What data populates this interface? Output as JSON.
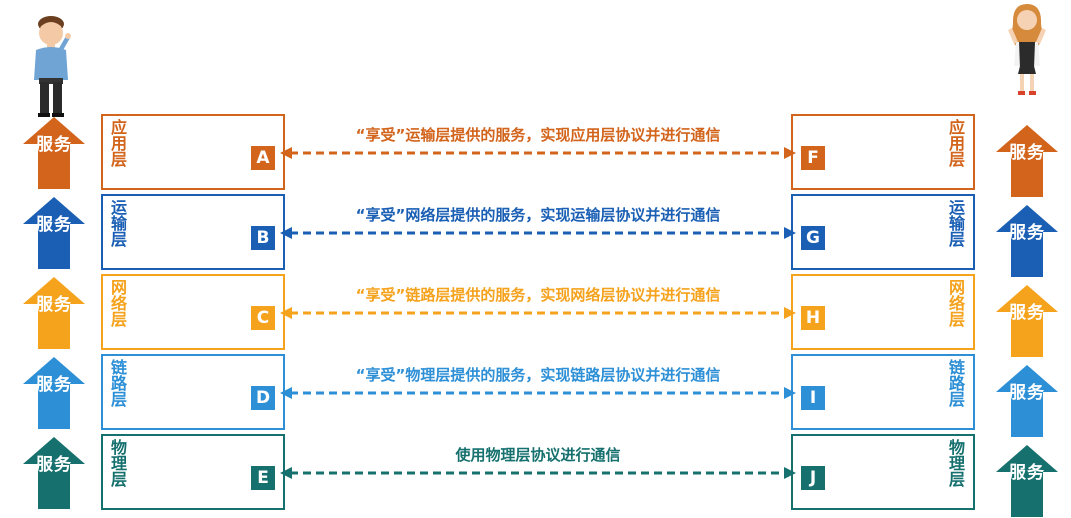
{
  "sender": {
    "icon": "man-icon"
  },
  "receiver": {
    "icon": "woman-icon"
  },
  "service_label": "服务",
  "layers": [
    {
      "key": "app",
      "name": "应用层",
      "left_letter": "A",
      "right_letter": "F",
      "color": "#D2641C",
      "message": "“享受”运输层提供的服务，实现应用层协议并进行通信"
    },
    {
      "key": "transport",
      "name": "运输层",
      "left_letter": "B",
      "right_letter": "G",
      "color": "#1A5FB4",
      "message": "“享受”网络层提供的服务，实现运输层协议并进行通信"
    },
    {
      "key": "network",
      "name": "网络层",
      "left_letter": "C",
      "right_letter": "H",
      "color": "#F5A21D",
      "message": "“享受”链路层提供的服务，实现网络层协议并进行通信"
    },
    {
      "key": "link",
      "name": "链路层",
      "left_letter": "D",
      "right_letter": "I",
      "color": "#2D8FD6",
      "message": "“享受”物理层提供的服务，实现链路层协议并进行通信"
    },
    {
      "key": "physical",
      "name": "物理层",
      "left_letter": "E",
      "right_letter": "J",
      "color": "#15706E",
      "message": "使用物理层协议进行通信"
    }
  ]
}
